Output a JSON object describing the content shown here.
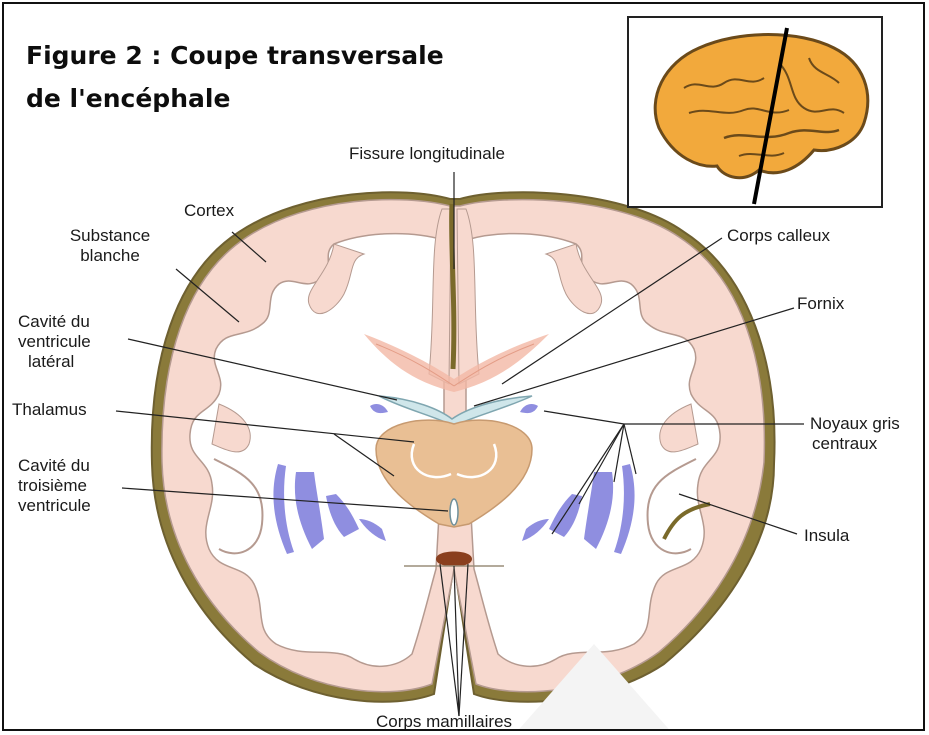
{
  "title": {
    "line1": "Figure 2 : Coupe transversale",
    "line2": "de l'encéphale"
  },
  "labels": {
    "fissure": "Fissure longitudinale",
    "cortex": "Cortex",
    "substance_1": "Substance",
    "substance_2": "blanche",
    "corps_calleux": "Corps calleux",
    "fornix": "Fornix",
    "cavite_lat_1": "Cavité du",
    "cavite_lat_2": "ventricule",
    "cavite_lat_3": "latéral",
    "thalamus": "Thalamus",
    "noyaux_1": "Noyaux gris",
    "noyaux_2": "centraux",
    "cavite_3e_1": "Cavité du",
    "cavite_3e_2": "troisième",
    "cavite_3e_3": "ventricule",
    "insula": "Insula",
    "corps_mamillaires": "Corps mamillaires"
  },
  "colors": {
    "cortex_fill": "#f7d9cf",
    "cortex_stroke": "#b59a90",
    "meninges": "#8a7a3a",
    "noyaux": "#8f8ee0",
    "thalamus": "#e9bf94",
    "mamillary": "#8a3f1e",
    "callosum": "#e8a48e",
    "inset_brain": "#f2a93c"
  },
  "icons": {
    "inset": "brain-lateral-view-icon"
  }
}
